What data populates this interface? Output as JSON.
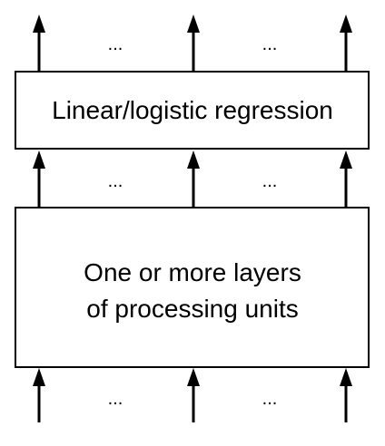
{
  "diagram": {
    "top_box_label": "Linear/logistic regression",
    "bottom_box_lines": [
      "One or more layers",
      "of processing units"
    ],
    "ellipsis": "..."
  },
  "colors": {
    "stroke": "#000000",
    "background": "#ffffff"
  }
}
